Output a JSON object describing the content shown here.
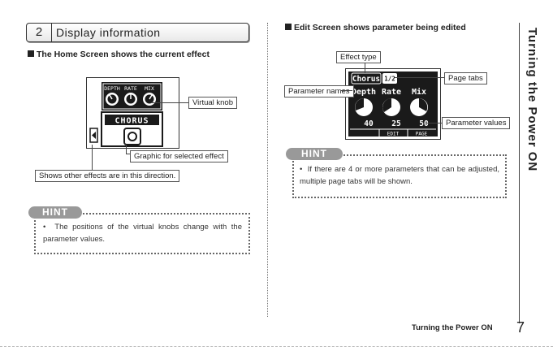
{
  "section": {
    "number": "2",
    "title": "Display information"
  },
  "left": {
    "heading": "The Home Screen shows the current effect",
    "screen": {
      "knob_labels": [
        "DEPTH",
        "RATE",
        "MIX"
      ],
      "effect_name": "CHORUS"
    },
    "callouts": {
      "virtual_knob": "Virtual knob",
      "graphic": "Graphic for selected effect",
      "other_effects": "Shows other effects are in this direction."
    },
    "hint": {
      "label": "HINT",
      "text": "The positions of the virtual knobs change with the parameter values."
    }
  },
  "right": {
    "heading": "Edit Screen shows parameter being edited",
    "screen": {
      "effect_name": "Chorus",
      "page_tab": "1/2",
      "param_names": [
        "Depth",
        "Rate",
        "Mix"
      ],
      "param_values": [
        "40",
        "25",
        "50"
      ],
      "buttons": [
        "",
        "EDIT",
        "PAGE"
      ]
    },
    "callouts": {
      "effect_type": "Effect type",
      "page_tabs": "Page tabs",
      "param_names": "Parameter names",
      "param_values": "Parameter values"
    },
    "hint": {
      "label": "HINT",
      "text": "If there are 4 or more parameters that can be adjusted, multiple page tabs will be shown."
    }
  },
  "side_title": "Turning the Power ON",
  "footer": {
    "title": "Turning the Power ON",
    "page": "7"
  }
}
